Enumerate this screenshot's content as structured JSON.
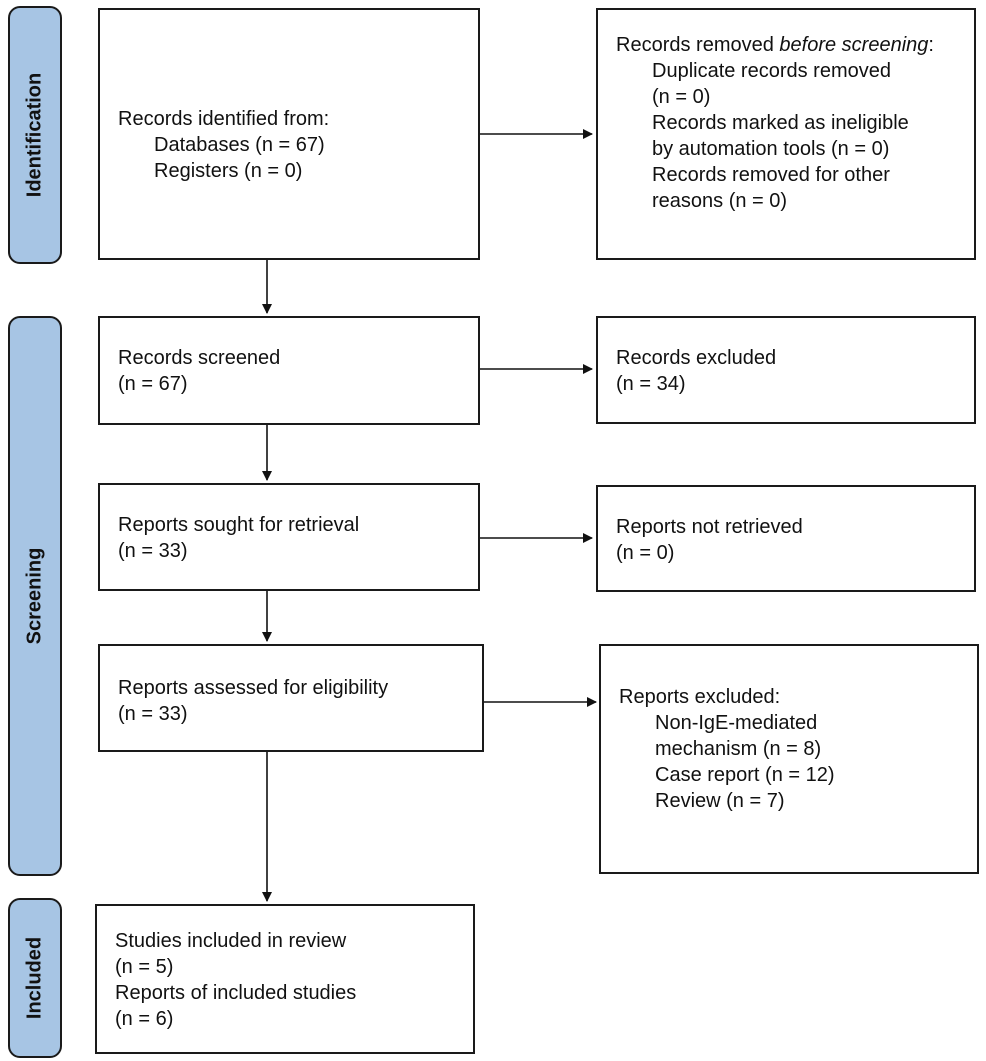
{
  "phases": {
    "identification": "Identification",
    "screening": "Screening",
    "included": "Included"
  },
  "identified": {
    "title": "Records identified from:",
    "databases": "Databases (n = 67)",
    "registers": "Registers (n = 0)"
  },
  "removed": {
    "title_start": "Records removed ",
    "title_em": "before screening",
    "title_end": ":",
    "duplicates_a": "Duplicate records removed",
    "duplicates_b": "(n = 0)",
    "ineligible_a": "Records marked as ineligible",
    "ineligible_b": "by automation tools (n = 0)",
    "other_a": "Records removed for other",
    "other_b": "reasons (n = 0)"
  },
  "screened": {
    "title": "Records screened",
    "count": "(n = 67)"
  },
  "excluded": {
    "title": "Records excluded",
    "count": "(n = 34)"
  },
  "sought": {
    "title": "Reports sought for retrieval",
    "count": "(n = 33)"
  },
  "not_retrieved": {
    "title": "Reports not retrieved",
    "count": "(n = 0)"
  },
  "assessed": {
    "title": "Reports assessed for eligibility",
    "count": "(n = 33)"
  },
  "reports_excluded": {
    "title": "Reports excluded:",
    "non_ige_a": "Non-IgE-mediated",
    "non_ige_b": "mechanism (n = 8)",
    "case_report": "Case report (n = 12)",
    "review": "Review (n = 7)"
  },
  "included": {
    "studies": "Studies included in review",
    "studies_count": "(n = 5)",
    "reports": "Reports of included studies",
    "reports_count": "(n = 6)"
  }
}
